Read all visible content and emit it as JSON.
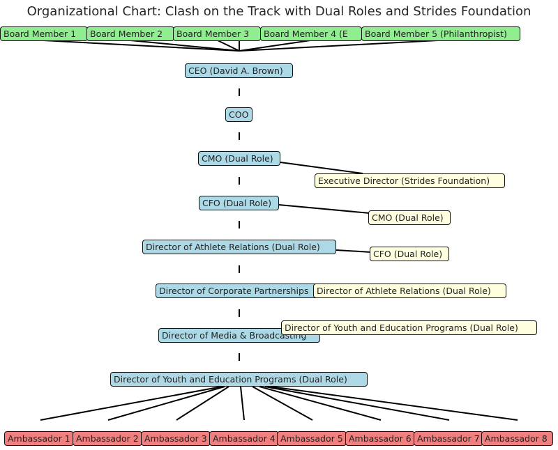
{
  "title": "Organizational Chart: Clash on the Track with Dual Roles and Strides Foundation",
  "board": [
    "Board Member 1",
    "Board Member 2",
    "Board Member 3",
    "Board Member 4 (E",
    "Board Member 5 (Philanthropist)"
  ],
  "executives": [
    "CEO (David A. Brown)",
    "COO",
    "CMO (Dual Role)",
    "CFO (Dual Role)",
    "Director of Athlete Relations (Dual Role)",
    "Director of Corporate Partnerships",
    "Director of Media & Broadcasting",
    "Director of Youth and Education Programs (Dual Role)"
  ],
  "foundation": [
    "Executive Director (Strides Foundation)",
    "CMO (Dual Role)",
    "CFO (Dual Role)",
    "Director of Athlete Relations (Dual Role)",
    "Director of Youth and Education Programs (Dual Role)"
  ],
  "ambassadors": [
    "Ambassador 1",
    "Ambassador 2",
    "Ambassador 3",
    "Ambassador 4",
    "Ambassador 5",
    "Ambassador 6",
    "Ambassador 7",
    "Ambassador 8"
  ],
  "colors": {
    "board": "#90ee90",
    "executive": "#add8e6",
    "foundation": "#ffffe0",
    "ambassador": "#f08080"
  }
}
